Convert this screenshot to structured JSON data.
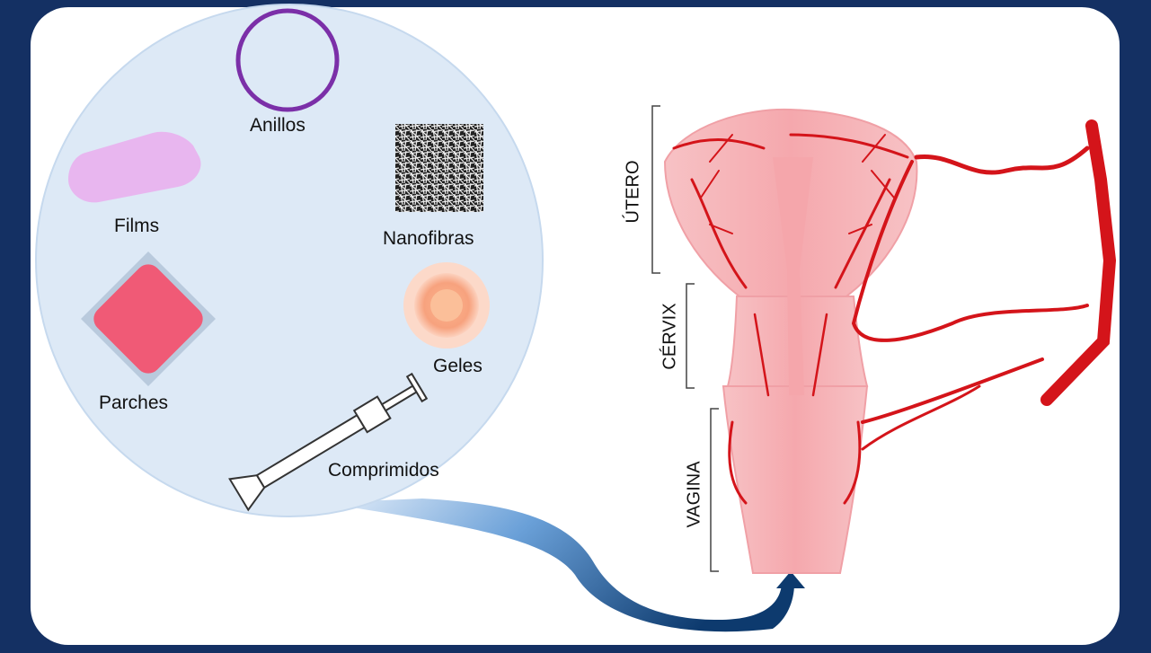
{
  "colors": {
    "background": "#143063",
    "panel": "#ffffff",
    "bubble": "#dde9f6",
    "artery": "#d4141a",
    "tissue": "#f6bcc0",
    "arrow": "#0d3a6e"
  },
  "forms": [
    {
      "label": "Anillos",
      "icon": "ring-icon"
    },
    {
      "label": "Films",
      "icon": "film-icon"
    },
    {
      "label": "Nanofibras",
      "icon": "nanofiber-mesh-icon"
    },
    {
      "label": "Parches",
      "icon": "patch-icon"
    },
    {
      "label": "Geles",
      "icon": "gel-icon"
    },
    {
      "label": "Comprimidos",
      "icon": "applicator-icon"
    }
  ],
  "anatomy": {
    "regions": [
      "ÚTERO",
      "CÉRVIX",
      "VAGINA"
    ]
  }
}
